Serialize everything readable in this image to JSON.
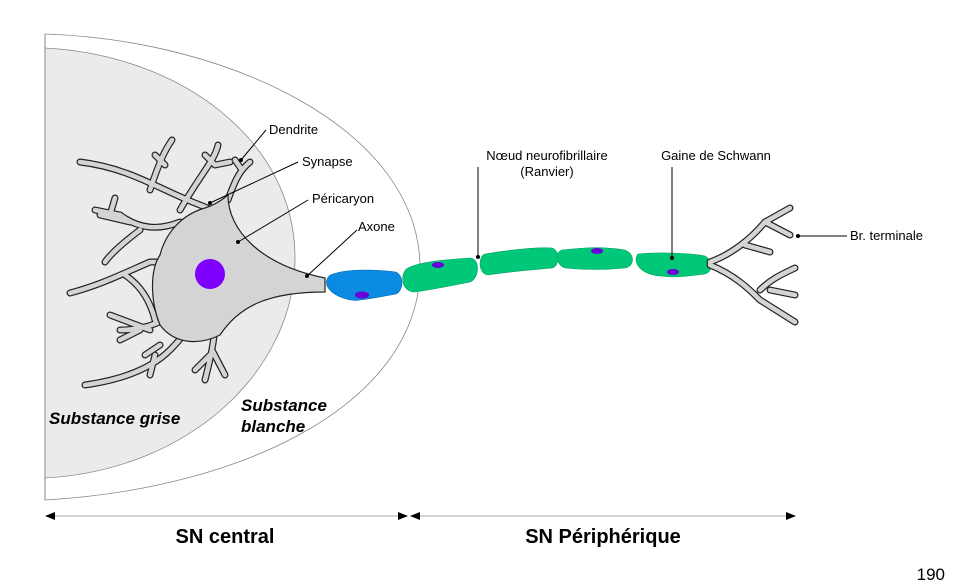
{
  "diagram": {
    "title": "Neurone et systèmes nerveux",
    "labels": {
      "dendrite": "Dendrite",
      "synapse": "Synapse",
      "pericaryon": "Péricaryon",
      "axone": "Axone",
      "noeud_line1": "Nœud neurofibrillaire",
      "noeud_line2": "(Ranvier)",
      "gaine": "Gaine de Schwann",
      "br_terminale": "Br. terminale"
    },
    "regions": {
      "grise": "Substance grise",
      "blanche_line1": "Substance",
      "blanche_line2": "blanche"
    },
    "divisions": {
      "central": "SN central",
      "peripherique": "SN Périphérique"
    },
    "colors": {
      "grey_matter": "#ebebeb",
      "soma": "#d4d4d4",
      "nucleus": "#8000ff",
      "oligodendrocyte": "#0a8ae0",
      "schwann_cell": "#00c878",
      "schwann_nucleus": "#6a00d8"
    }
  },
  "page_number": "190"
}
